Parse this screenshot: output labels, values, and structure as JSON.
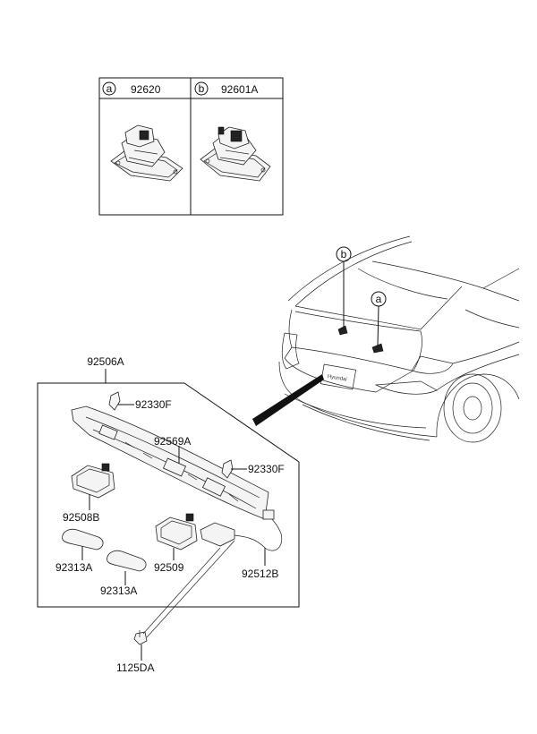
{
  "legend": {
    "a": {
      "letter": "a",
      "part": "92620"
    },
    "b": {
      "letter": "b",
      "part": "92601A"
    }
  },
  "car_markers": {
    "b": "b",
    "a": "a"
  },
  "assembly_label": "92506A",
  "parts": {
    "p92330F_top": "92330F",
    "p92569A": "92569A",
    "p92330F_right": "92330F",
    "p92508B": "92508B",
    "p92313A_left": "92313A",
    "p92509": "92509",
    "p92313A_bottom": "92313A",
    "p92512B": "92512B",
    "p1125DA": "1125DA"
  }
}
